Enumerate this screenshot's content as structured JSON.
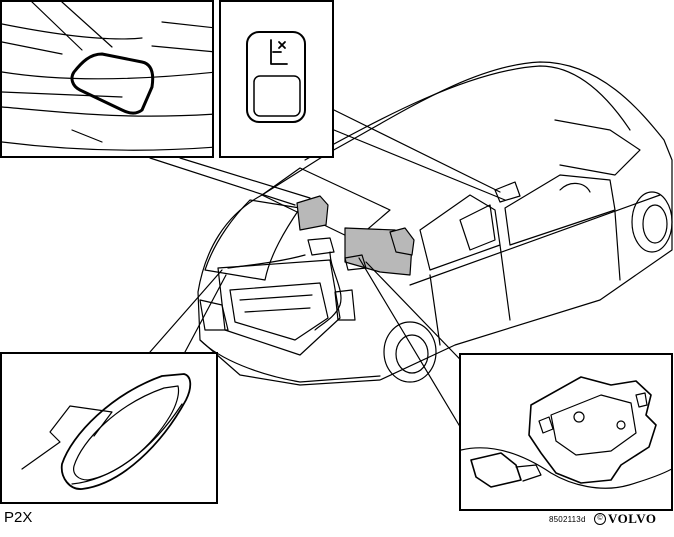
{
  "figure": {
    "code": "P2X",
    "reference": "8502113d",
    "copyright_symbol": "©",
    "brand": "VOLVO"
  },
  "colors": {
    "line": "#000000",
    "highlight": "#b8b8b8",
    "background": "#ffffff"
  }
}
